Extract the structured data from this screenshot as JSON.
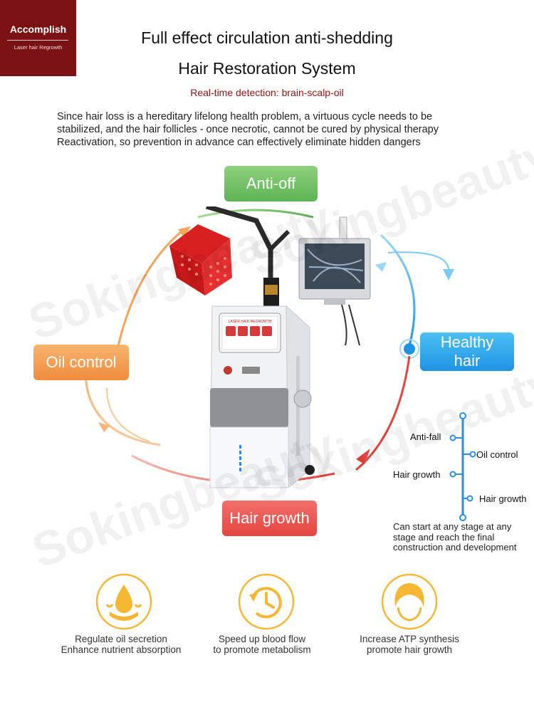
{
  "brand": {
    "name": "Accomplish",
    "tagline": "Laser hair Regrowth"
  },
  "header": {
    "title_line1": "Full effect circulation anti-shedding",
    "title_line2": "Hair Restoration System",
    "subtitle": "Real-time detection: brain-scalp-oil"
  },
  "intro": {
    "line1": "Since hair loss is a hereditary lifelong health problem, a virtuous cycle needs to be",
    "line2": "stabilized, and the hair follicles - once necrotic, cannot be cured by physical therapy",
    "line3": "Reactivation, so prevention in advance can effectively eliminate hidden dangers"
  },
  "watermark": "Sokingbeauty",
  "cycle": {
    "anti_off": "Anti-off",
    "healthy_line1": "Healthy",
    "healthy_line2": "hair",
    "oil_control": "Oil control",
    "hair_growth": "Hair growth",
    "colors": {
      "green": "#5cb454",
      "blue": "#1f93e3",
      "orange": "#ef8c3f",
      "red": "#e5443f"
    }
  },
  "device": {
    "screen_label": "LASER HAIR REGROWTH"
  },
  "timeline": {
    "items": [
      "Anti-fall",
      "Oil control",
      "Hair growth",
      "Hair growth"
    ],
    "note": "Can start at any stage at any stage and reach the final construction and development",
    "color": "#2a8fe0"
  },
  "features": [
    {
      "icon": "oil-drop-icon",
      "line1": "Regulate oil secretion",
      "line2": "Enhance nutrient absorption"
    },
    {
      "icon": "clock-icon",
      "line1": "Speed up blood flow",
      "line2": "to promote metabolism"
    },
    {
      "icon": "hair-head-icon",
      "line1": "Increase ATP synthesis",
      "line2": "promote hair growth"
    }
  ]
}
